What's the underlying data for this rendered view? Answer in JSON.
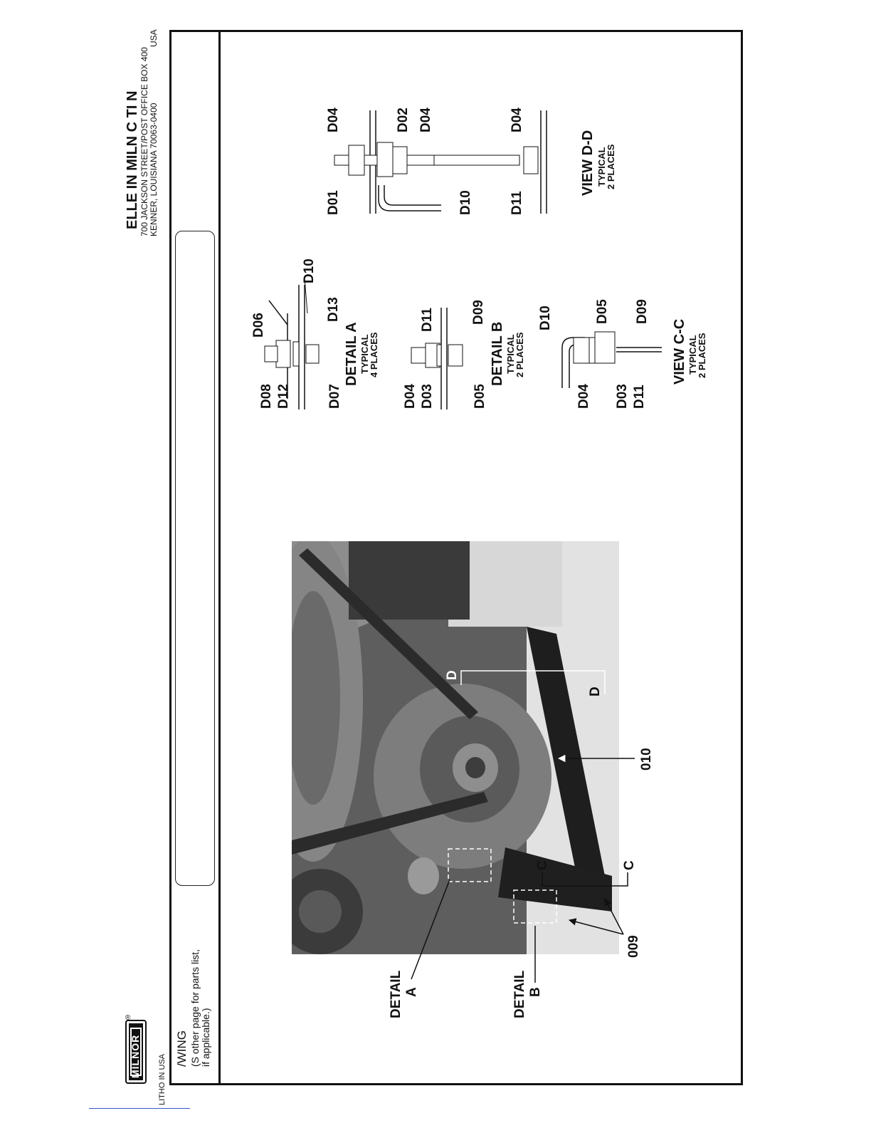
{
  "company": {
    "name_line": "ELLE  IN MILN      C        TI  N",
    "address_line1": "700 JACKSON STREET/POST OFFICE BOX 400",
    "address_line2": "KENNER, LOUISIANA 70063-0400",
    "country": "USA"
  },
  "drawing": {
    "title": "  /WING",
    "note_line1": "(S    other page for parts list,",
    "note_line2": "if applicable.)"
  },
  "footer": {
    "litho": "LITHO  IN  USA"
  },
  "photo_labels": {
    "detail_a": "DETAIL",
    "detail_a_letter": "A",
    "detail_b": "DETAIL",
    "detail_b_letter": "B",
    "part_009": "009",
    "part_010": "010",
    "c1": "C",
    "c2": "C",
    "d1": "D",
    "d2": "D"
  },
  "detail_a": {
    "title": "DETAIL A",
    "typical": "TYPICAL",
    "places": "4 PLACES",
    "labels": {
      "d08": "D08",
      "d12": "D12",
      "d07": "D07",
      "d06": "D06",
      "d13": "D13",
      "d10": "D10"
    }
  },
  "detail_b": {
    "title": "DETAIL B",
    "typical": "TYPICAL",
    "places": "2 PLACES",
    "labels": {
      "d04": "D04",
      "d03": "D03",
      "d05": "D05",
      "d11": "D11",
      "d09": "D09"
    }
  },
  "view_cc": {
    "title": "VIEW C-C",
    "typical": "TYPICAL",
    "places": "2 PLACES",
    "labels": {
      "d10": "D10",
      "d05": "D05",
      "d09": "D09",
      "d04": "D04",
      "d03": "D03",
      "d11": "D11"
    }
  },
  "view_dd": {
    "title": "VIEW D-D",
    "typical": "TYPICAL",
    "places": "2 PLACES",
    "labels": {
      "d04a": "D04",
      "d02": "D02",
      "d04b": "D04",
      "d04c": "D04",
      "d01": "D01",
      "d10": "D10",
      "d11": "D11"
    }
  },
  "brand": {
    "logo": "MILNOR",
    "registered": "®"
  }
}
